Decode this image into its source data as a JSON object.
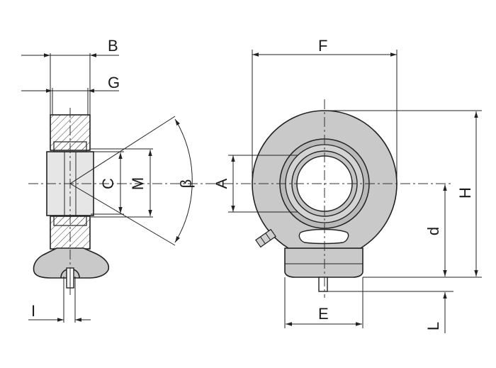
{
  "dimensions": {
    "B": "B",
    "G": "G",
    "C": "C",
    "M": "M",
    "beta": "β",
    "A": "A",
    "F": "F",
    "H": "H",
    "d": "d",
    "E": "E",
    "I": "I",
    "L": "L"
  },
  "colors": {
    "line": "#222222",
    "body_fill": "#c9c9c9",
    "background": "#ffffff"
  }
}
